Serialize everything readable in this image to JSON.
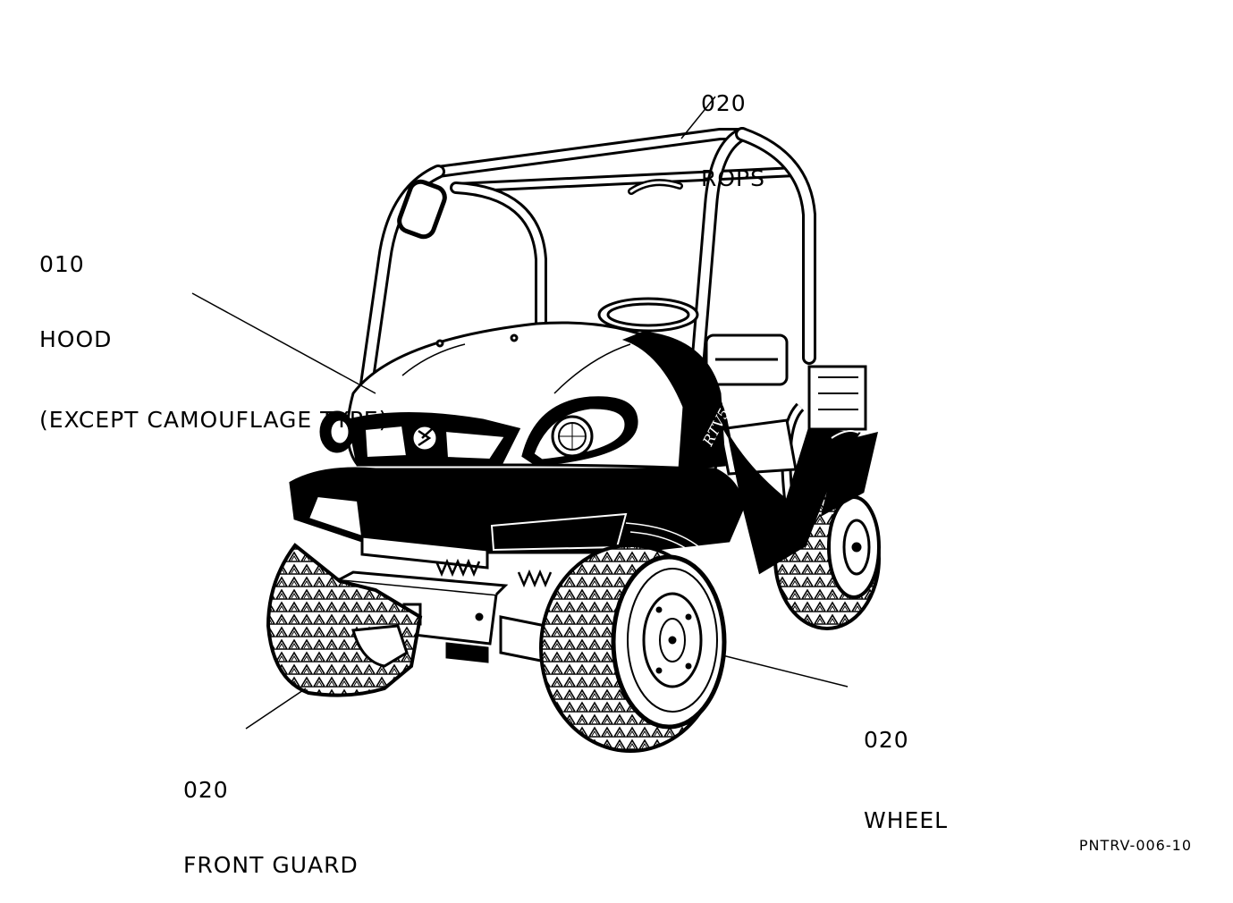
{
  "callouts": {
    "rops": {
      "number": "020",
      "label": "ROPS"
    },
    "hood": {
      "number": "010",
      "label": "HOOD",
      "note": "(EXCEPT CAMOUFLAGE TYPE)"
    },
    "front_guard": {
      "number": "020",
      "label": "FRONT GUARD"
    },
    "wheel": {
      "number": "020",
      "label": "WHEEL"
    }
  },
  "vehicle": {
    "badge": "RTV500"
  },
  "sheet_code": "PNTRV-006-10",
  "colors": {
    "ink": "#000000",
    "paper": "#ffffff"
  }
}
